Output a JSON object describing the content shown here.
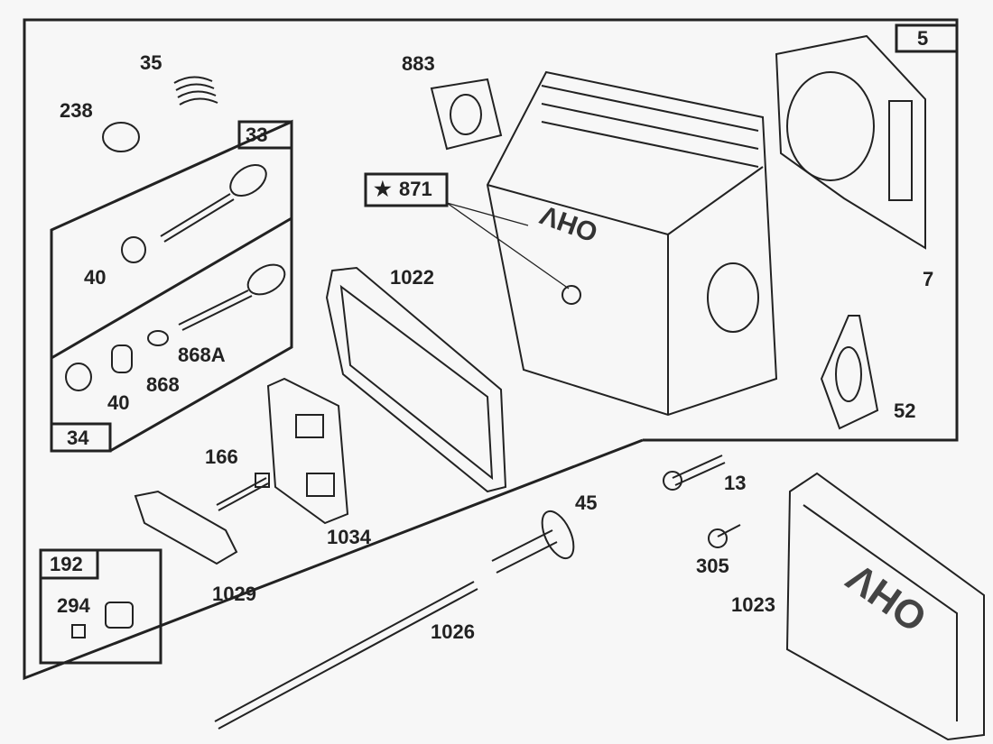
{
  "diagram": {
    "frame_label": "5",
    "colors": {
      "background": "#f7f7f7",
      "ink": "#222222"
    },
    "groups": {
      "valve_intake": "33",
      "valve_exhaust": "34",
      "breather_kit": "192"
    },
    "callouts": {
      "p35": "35",
      "p238": "238",
      "p883": "883",
      "p871": "871",
      "p871_icon": "star-icon",
      "p1022": "1022",
      "p7": "7",
      "p52": "52",
      "p40a": "40",
      "p40b": "40",
      "p868": "868",
      "p868a": "868A",
      "p166": "166",
      "p1034": "1034",
      "p1029": "1029",
      "p294": "294",
      "p1026": "1026",
      "p45": "45",
      "p13": "13",
      "p305": "305",
      "p1023": "1023"
    },
    "embossed_text": "OHV"
  }
}
